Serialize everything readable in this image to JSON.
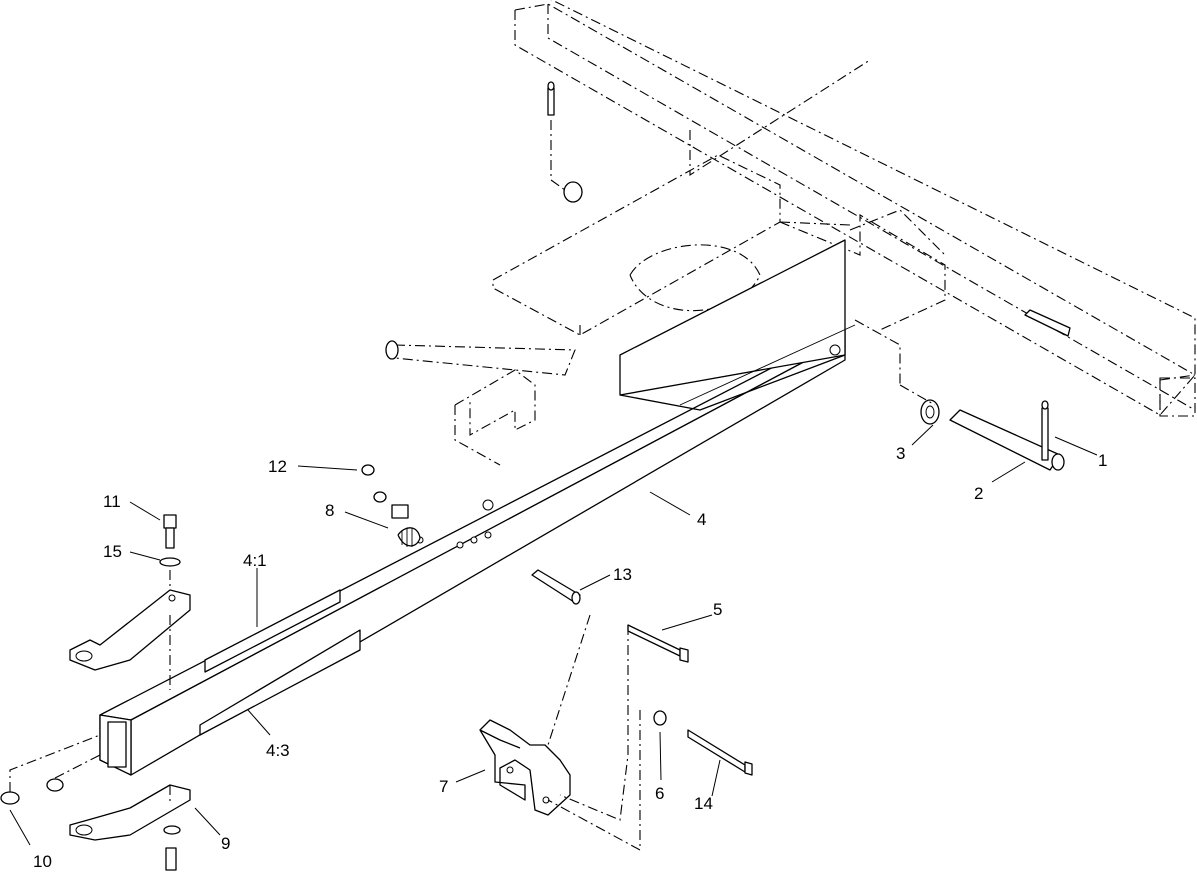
{
  "callouts": [
    {
      "id": "c1",
      "text": "1"
    },
    {
      "id": "c2",
      "text": "2"
    },
    {
      "id": "c3",
      "text": "3"
    },
    {
      "id": "c4",
      "text": "4"
    },
    {
      "id": "c4-1",
      "text": "4:1"
    },
    {
      "id": "c4-3",
      "text": "4:3"
    },
    {
      "id": "c5",
      "text": "5"
    },
    {
      "id": "c6",
      "text": "6"
    },
    {
      "id": "c7",
      "text": "7"
    },
    {
      "id": "c8",
      "text": "8"
    },
    {
      "id": "c9",
      "text": "9"
    },
    {
      "id": "c10",
      "text": "10"
    },
    {
      "id": "c11",
      "text": "11"
    },
    {
      "id": "c12",
      "text": "12"
    },
    {
      "id": "c13",
      "text": "13"
    },
    {
      "id": "c14",
      "text": "14"
    },
    {
      "id": "c15",
      "text": "15"
    }
  ]
}
